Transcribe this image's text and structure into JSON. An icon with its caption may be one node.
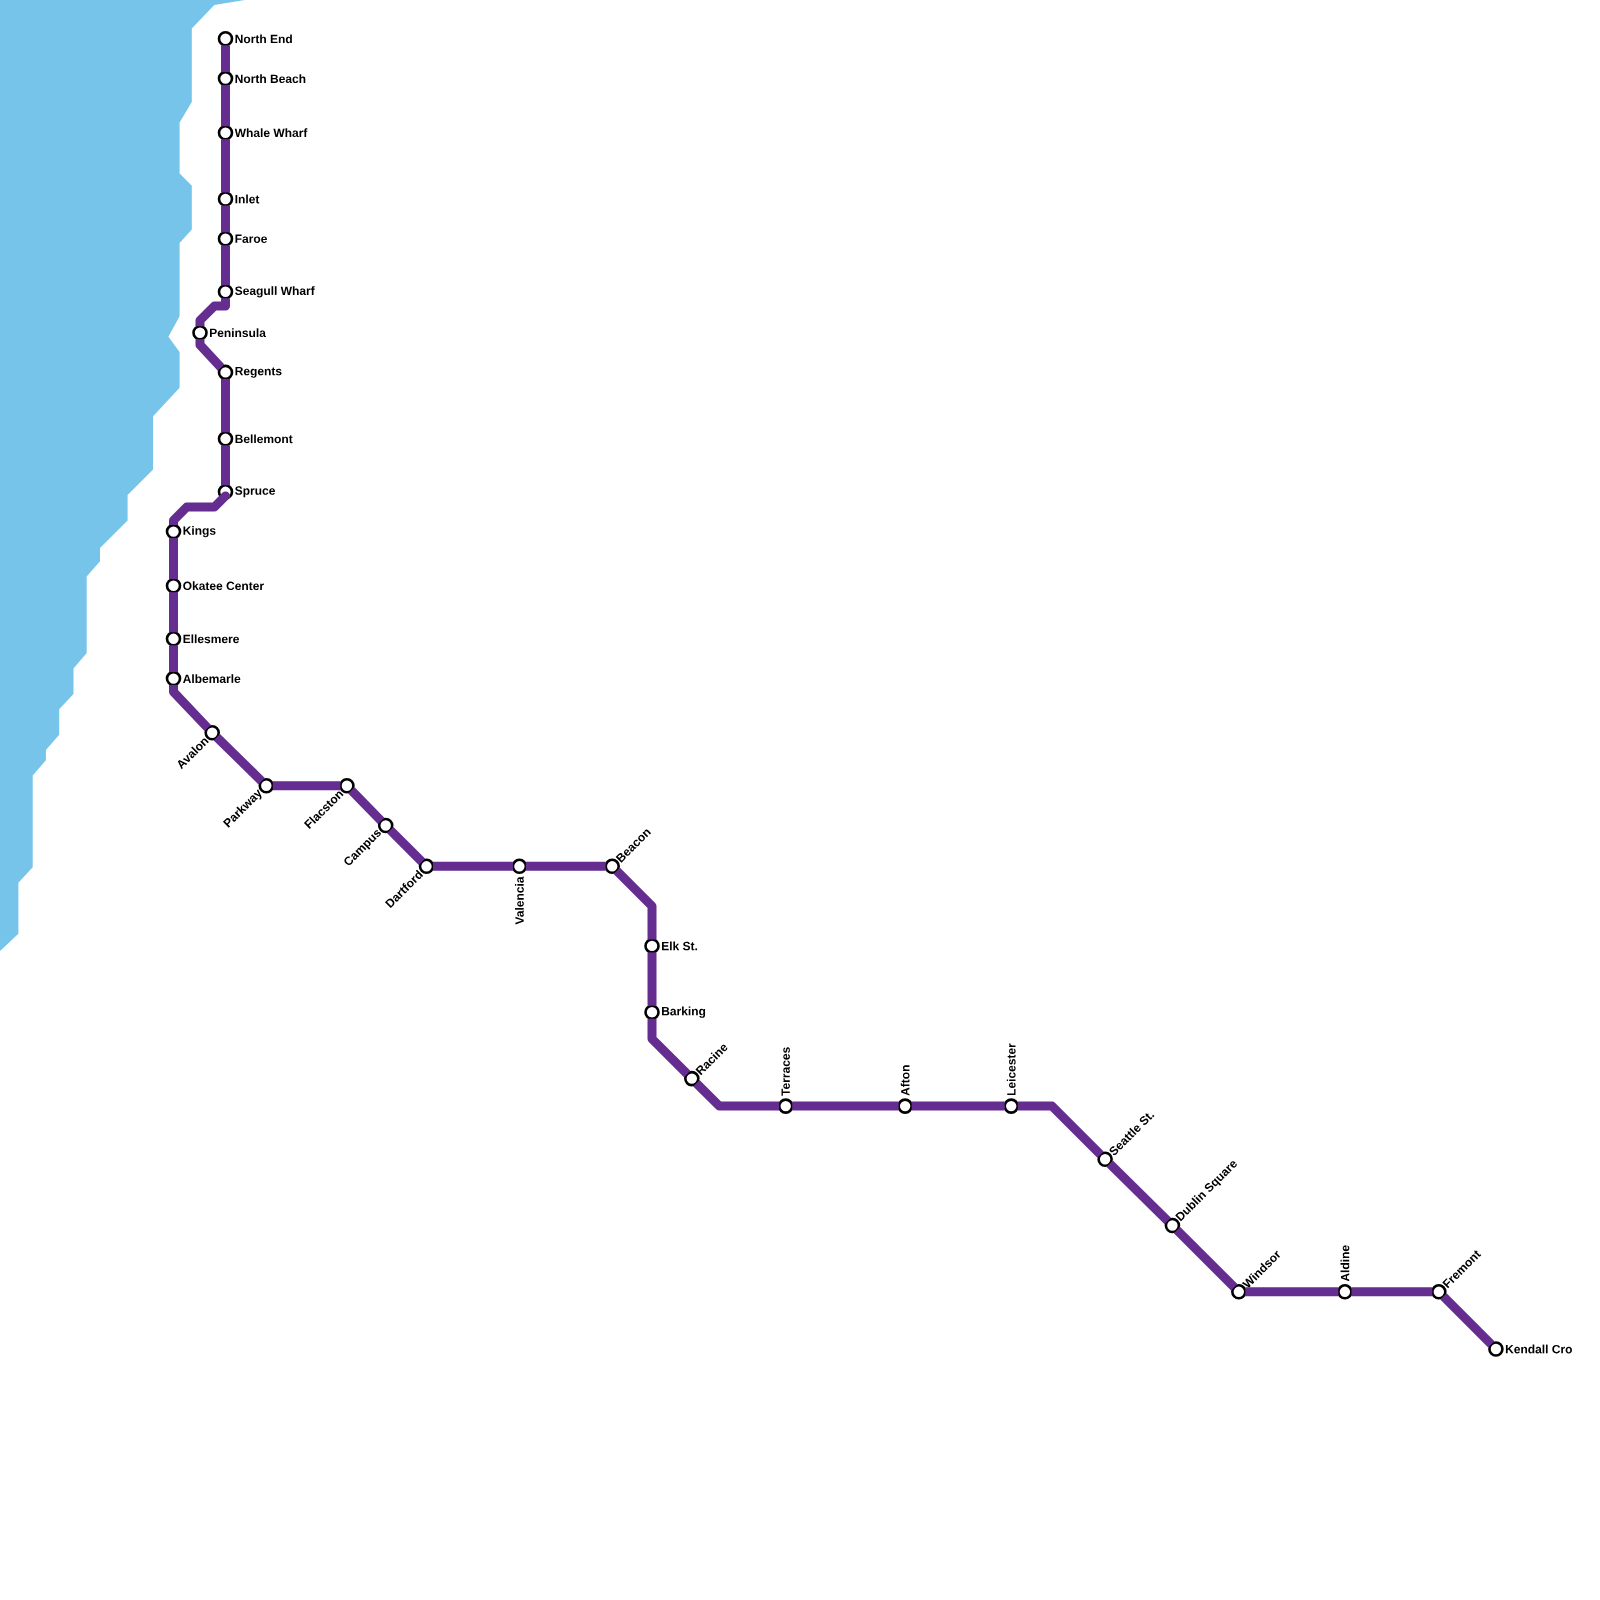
{
  "diagram": {
    "nodes": [
      {
        "text": [],
        "shape": "circle",
        "beside": [
          "North End"
        ]
      },
      {
        "text": [],
        "shape": "circle",
        "beside": [
          "North Beach"
        ]
      },
      {
        "text": [],
        "shape": "circle",
        "beside": [
          "Whale Wharf"
        ]
      },
      {
        "text": [],
        "shape": "circle",
        "beside": [
          "Inlet"
        ]
      },
      {
        "text": [],
        "shape": "circle",
        "beside": [
          "Faroe"
        ]
      },
      {
        "text": [],
        "shape": "circle",
        "beside": [
          "Seagull Wharf"
        ]
      },
      {
        "text": [],
        "shape": "circle",
        "beside": [
          "Peninsula"
        ]
      },
      {
        "text": [],
        "shape": "circle",
        "beside": [
          "Regents"
        ]
      },
      {
        "text": [],
        "shape": "circle",
        "beside": [
          "Bellemont"
        ]
      },
      {
        "text": [],
        "shape": "circle",
        "beside": [
          "Spruce"
        ]
      },
      {
        "text": [],
        "shape": "circle",
        "beside": [
          "Kings"
        ]
      },
      {
        "text": [],
        "shape": "circle",
        "beside": [
          "Okatee Center"
        ]
      },
      {
        "text": [],
        "shape": "circle",
        "beside": [
          "Ellesmere"
        ]
      },
      {
        "text": [],
        "shape": "circle",
        "beside": [
          "Albemarle"
        ]
      },
      {
        "text": [],
        "shape": "circle",
        "beside": [
          "Avalon"
        ]
      },
      {
        "text": [],
        "shape": "circle",
        "beside": [
          "Parkway"
        ]
      },
      {
        "text": [],
        "shape": "circle",
        "beside": [
          "Flacston"
        ]
      },
      {
        "text": [],
        "shape": "circle",
        "beside": [
          "Campus"
        ]
      },
      {
        "text": [],
        "shape": "circle",
        "beside": [
          "Dartford"
        ]
      },
      {
        "text": [],
        "shape": "circle",
        "beside": [
          "Valencia"
        ]
      },
      {
        "text": [],
        "shape": "circle",
        "beside": [
          "Beacon"
        ]
      },
      {
        "text": [],
        "shape": "circle",
        "beside": [
          "Elk St."
        ]
      },
      {
        "text": [],
        "shape": "circle",
        "beside": [
          "Barking"
        ]
      },
      {
        "text": [],
        "shape": "circle",
        "beside": [
          "Racine"
        ]
      },
      {
        "text": [],
        "shape": "circle",
        "beside": [
          "Terraces"
        ]
      },
      {
        "text": [],
        "shape": "circle",
        "beside": [
          "Afton"
        ]
      },
      {
        "text": [],
        "shape": "circle",
        "beside": [
          "Leicester"
        ]
      },
      {
        "text": [],
        "shape": "circle",
        "beside": [
          "Seattle St."
        ]
      },
      {
        "text": [],
        "shape": "circle",
        "beside": [
          "Dublin Square"
        ]
      },
      {
        "text": [],
        "shape": "circle",
        "beside": [
          "Windsor"
        ]
      },
      {
        "text": [],
        "shape": "circle",
        "beside": [
          "Aldine"
        ]
      },
      {
        "text": [],
        "shape": "circle",
        "beside": [
          "Fremont"
        ]
      },
      {
        "text": [],
        "shape": "circle",
        "beside": [
          "Kendall Cro"
        ]
      }
    ],
    "edges": [
      {
        "from": 0,
        "to": 1,
        "arrow": "none"
      },
      {
        "from": 1,
        "to": 2,
        "arrow": "none"
      },
      {
        "from": 2,
        "to": 3,
        "arrow": "none"
      },
      {
        "from": 3,
        "to": 4,
        "arrow": "none"
      },
      {
        "from": 4,
        "to": 5,
        "arrow": "none"
      },
      {
        "from": 5,
        "to": 6,
        "arrow": "none"
      },
      {
        "from": 6,
        "to": 7,
        "arrow": "none"
      },
      {
        "from": 7,
        "to": 8,
        "arrow": "none"
      },
      {
        "from": 8,
        "to": 9,
        "arrow": "none"
      },
      {
        "from": 9,
        "to": 10,
        "arrow": "none"
      },
      {
        "from": 10,
        "to": 11,
        "arrow": "none"
      },
      {
        "from": 11,
        "to": 12,
        "arrow": "none"
      },
      {
        "from": 12,
        "to": 13,
        "arrow": "none"
      },
      {
        "from": 13,
        "to": 14,
        "arrow": "none"
      },
      {
        "from": 14,
        "to": 15,
        "arrow": "none"
      },
      {
        "from": 15,
        "to": 16,
        "arrow": "none"
      },
      {
        "from": 16,
        "to": 17,
        "arrow": "none"
      },
      {
        "from": 17,
        "to": 18,
        "arrow": "none"
      },
      {
        "from": 18,
        "to": 19,
        "arrow": "none"
      },
      {
        "from": 19,
        "to": 20,
        "arrow": "none"
      },
      {
        "from": 20,
        "to": 21,
        "arrow": "none"
      },
      {
        "from": 21,
        "to": 22,
        "arrow": "none"
      },
      {
        "from": 22,
        "to": 23,
        "arrow": "none"
      },
      {
        "from": 23,
        "to": 24,
        "arrow": "none"
      },
      {
        "from": 24,
        "to": 25,
        "arrow": "none"
      },
      {
        "from": 25,
        "to": 26,
        "arrow": "none"
      },
      {
        "from": 26,
        "to": 27,
        "arrow": "none"
      },
      {
        "from": 27,
        "to": 28,
        "arrow": "none"
      },
      {
        "from": 28,
        "to": 29,
        "arrow": "none"
      },
      {
        "from": 29,
        "to": 30,
        "arrow": "none"
      },
      {
        "from": 30,
        "to": 31,
        "arrow": "none"
      },
      {
        "from": 31,
        "to": 32,
        "arrow": "none"
      }
    ]
  }
}
